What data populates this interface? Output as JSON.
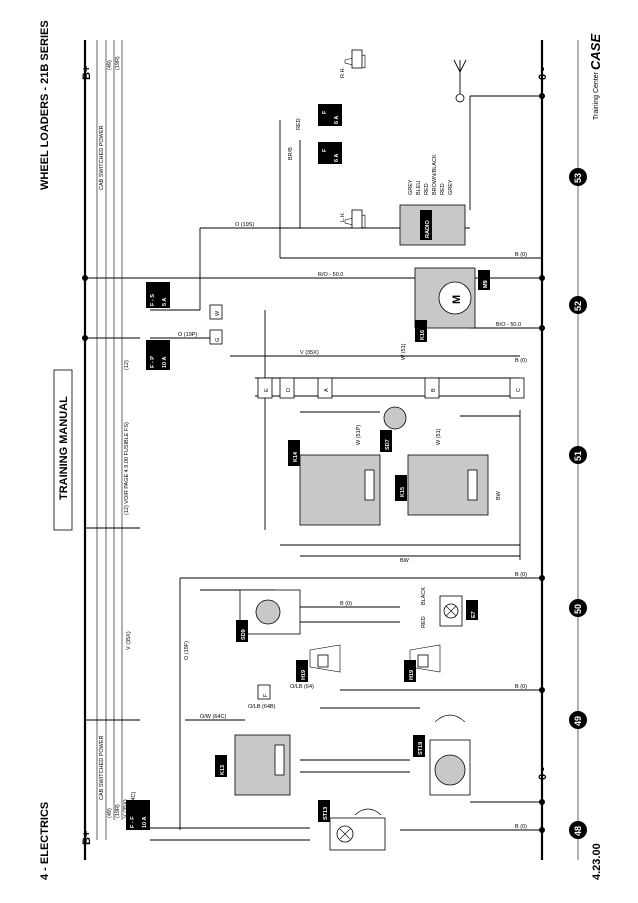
{
  "header": {
    "left_title": "4 - ELECTRICS",
    "right_title": "WHEEL LOADERS - 21B SERIES",
    "manual_title": "TRAINING MANUAL",
    "page_number": "4.23.00",
    "training_center": "Training Center",
    "brand": "CASE"
  },
  "rails": {
    "b_plus_left": "B+",
    "b_plus_right": "B+",
    "b_zero_left": "0 -",
    "b_zero_right": "0 -",
    "cab_power": "CAB SWITCHED POWER",
    "cab_power_right": "CAB SWITCHED POWER",
    "wires_left": [
      "(49)",
      "(19R)",
      "V (35X)",
      "O/W (64C)"
    ],
    "wires_right": [
      "(49)",
      "(19R)"
    ]
  },
  "sections": [
    "48",
    "49",
    "50",
    "51",
    "52",
    "53"
  ],
  "fuses": [
    {
      "id": "F - F",
      "rating": "10 A"
    },
    {
      "id": "F - P",
      "rating": "10 A"
    },
    {
      "id": "F - S",
      "rating": "5 A"
    },
    {
      "id": "F",
      "rating": "6 A"
    },
    {
      "id": "F",
      "rating": "6 A"
    }
  ],
  "components": {
    "k13": "K13",
    "k14": "K14",
    "k15": "K15",
    "k16": "K16",
    "sd7": "SD7",
    "sd9": "SD9",
    "st13": "ST13",
    "st19": "ST19",
    "h19_a": "H19",
    "h19_b": "H19",
    "e7": "E7",
    "m9": "M9",
    "motor": "M",
    "radio": "RADIO",
    "speaker_lh": "L.H.",
    "speaker_rh": "R.H."
  },
  "connectors": [
    "A",
    "B",
    "C",
    "D",
    "E",
    "F",
    "G",
    "W"
  ],
  "notes": {
    "fusible": "(12) VOIR PAGE 4.9.00 FUSIBLE FS)",
    "fusible_short": "(12)"
  },
  "wire_labels": {
    "ro_50": "R/O - 50.0",
    "bo_50": "B/O - 50.0",
    "w51": "W (51)",
    "w51p": "W (51P)",
    "v35x": "V (35X)",
    "b0": "B (0)",
    "o19s": "O (19S)",
    "o19p": "O (19P)",
    "o19f": "O (19F)",
    "ow64c": "O/W (64C)",
    "olb64": "O/LB (64)",
    "olb64b": "O/LB (64B)",
    "black": "BLACK",
    "red": "RED",
    "grey": "GREY",
    "bleu": "BLEU",
    "brown_black": "BROWN/BLACK",
    "bw": "BW",
    "brb": "BR/B"
  }
}
